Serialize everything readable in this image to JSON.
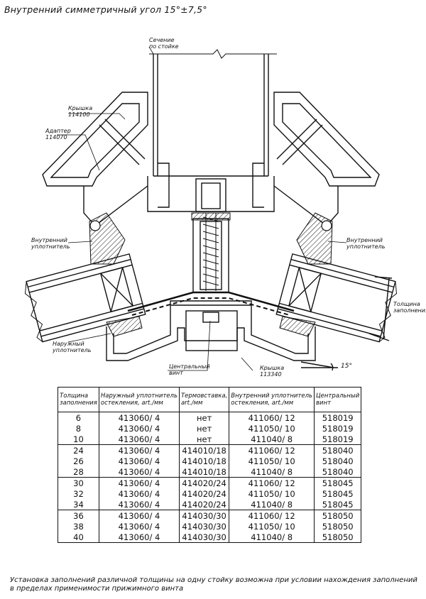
{
  "title": "Внутренний симметричный угол 15°±7,5°",
  "labels": {
    "section": [
      "Сечение",
      "по стойке"
    ],
    "cover_top": [
      "Крышка",
      "114100"
    ],
    "adapter": [
      "Адаптер",
      "114070"
    ],
    "inner_seal_left": [
      "Внутренний",
      "уплотнитель"
    ],
    "inner_seal_right": [
      "Внутренний",
      "уплотнитель"
    ],
    "outer_seal": [
      "Наружный",
      "уплотнитель"
    ],
    "central_screw": [
      "Центральный",
      "винт"
    ],
    "cover_bottom": [
      "Крышка",
      "113340"
    ],
    "thickness": [
      "Толщина",
      "заполнения"
    ],
    "angle": "15°"
  },
  "table": {
    "headers": [
      [
        "Толщина",
        "заполнения"
      ],
      [
        "Наружный уплотнитель",
        "остекления, art./мм"
      ],
      [
        "Термовставка,",
        "art./мм"
      ],
      [
        "Внутренний уплотнитель",
        "остекления, art./мм"
      ],
      [
        "Центральный",
        "винт"
      ]
    ],
    "rows": [
      [
        "6",
        "413060/ 4",
        "нет",
        "411060/ 12",
        "518019"
      ],
      [
        "8",
        "413060/ 4",
        "нет",
        "411050/ 10",
        "518019"
      ],
      [
        "10",
        "413060/ 4",
        "нет",
        "411040/ 8",
        "518019"
      ],
      [
        "24",
        "413060/ 4",
        "414010/18",
        "411060/ 12",
        "518040"
      ],
      [
        "26",
        "413060/ 4",
        "414010/18",
        "411050/ 10",
        "518040"
      ],
      [
        "28",
        "413060/ 4",
        "414010/18",
        "411040/ 8",
        "518040"
      ],
      [
        "30",
        "413060/ 4",
        "414020/24",
        "411060/ 12",
        "518045"
      ],
      [
        "32",
        "413060/ 4",
        "414020/24",
        "411050/ 10",
        "518045"
      ],
      [
        "34",
        "413060/ 4",
        "414020/24",
        "411040/ 8",
        "518045"
      ],
      [
        "36",
        "413060/ 4",
        "414030/30",
        "411060/ 12",
        "518050"
      ],
      [
        "38",
        "413060/ 4",
        "414030/30",
        "411050/ 10",
        "518050"
      ],
      [
        "40",
        "413060/ 4",
        "414030/30",
        "411040/ 8",
        "518050"
      ]
    ]
  },
  "note": "Установка заполнений различной толщины на одну стойку возможна при условии нахождения заполнений в пределах применимости прижимного винта"
}
